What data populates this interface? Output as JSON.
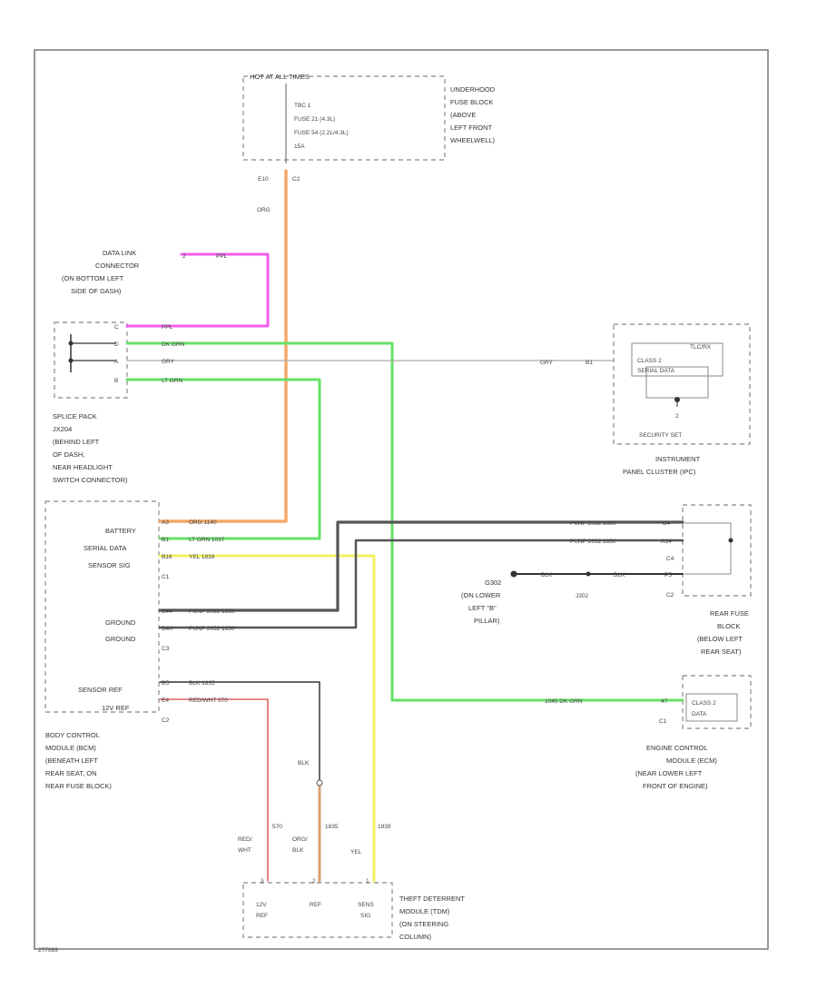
{
  "colors": {
    "orange": "#f5a868",
    "pink": "#f45df0",
    "green": "#66e066",
    "dark_gray": "#555555",
    "yellow": "#f4f060",
    "red": "#e06060",
    "tan": "#d8a070",
    "black": "#333333",
    "gray": "#aaaaaa"
  },
  "fuse_block": {
    "hot": "HOT AT ALL TIMES",
    "fuse_lines": [
      "TBC 1",
      "FUSE 21    (4.3L)",
      "FUSE 54    (2.2L/4.3L)",
      "15A"
    ],
    "label": [
      "UNDERHOOD",
      "FUSE BLOCK",
      "(ABOVE",
      "LEFT FRONT",
      "WHEELWELL)"
    ],
    "pin": "E10",
    "conn": "C2",
    "wire": "ORG"
  },
  "dlc": {
    "label": [
      "DATA LINK",
      "CONNECTOR",
      "(ON BOTTOM LEFT",
      "SIDE OF DASH)"
    ],
    "pin": "2",
    "wire": "PPL"
  },
  "splice": {
    "pins": [
      "C",
      "D",
      "A",
      "B"
    ],
    "wires": [
      "PPL",
      "DK GRN",
      "GRY",
      "LT GRN"
    ],
    "label": [
      "SPLICE PACK",
      "JX204",
      "(BEHIND LEFT",
      "OF DASH,",
      "NEAR HEADLIGHT",
      "SWITCH CONNECTOR)"
    ]
  },
  "ipc": {
    "gry_wire": "GRY",
    "pin": "B1",
    "title": "TLC/RX",
    "inner": [
      "CLASS 2",
      "SERIAL DATA"
    ],
    "ground_num": "2",
    "ref": "SECURITY SET",
    "label": [
      "INSTRUMENT",
      "PANEL CLUSTER (IPC)"
    ]
  },
  "bcm": {
    "rows1": [
      {
        "label": "BATTERY",
        "pin": "A3",
        "wire": "ORG  1140"
      },
      {
        "label": "SERIAL DATA",
        "pin": "B1",
        "wire": "LT GRN  1037"
      },
      {
        "label": "SENSOR SIG",
        "pin": "B16",
        "wire": "YEL  1839"
      }
    ],
    "c1": "C1",
    "rows3": [
      {
        "label": "GROUND",
        "pin": "B44",
        "wire": "PUNP 2052  1650"
      },
      {
        "label": "GROUND",
        "pin": "B4A",
        "wire": "PUNP 2052  1650"
      }
    ],
    "c3": "C3",
    "rows2": [
      {
        "label": "SENSOR REF",
        "pin": "B5",
        "wire": "BLK  1835"
      },
      {
        "label": "12V REF",
        "pin": "E4",
        "wire": "RED/WHT  570"
      }
    ],
    "c2": "C2",
    "label": [
      "BODY CONTROL",
      "MODULE (BCM)",
      "(BENEATH LEFT",
      "REAR SEAT, ON",
      "REAR FUSE BLOCK)"
    ]
  },
  "rear_fuse": {
    "wires": [
      "PUNP 2052   1650",
      "PUNP 2052   1650"
    ],
    "pins": [
      "B4",
      "A14"
    ],
    "c4": "C4",
    "g302_label": [
      "G302",
      "(ON LOWER",
      "LEFT \"B\"",
      "PILLAR)"
    ],
    "blk": "BLK",
    "blk_pin": "J302",
    "blk_right": "BLK",
    "pin3": "P5",
    "c2": "C2",
    "label": [
      "REAR FUSE",
      "BLOCK",
      "(BELOW LEFT",
      "REAR SEAT)"
    ]
  },
  "ecm": {
    "wire": "1045    DK GRN",
    "pin": "47",
    "inner": [
      "CLASS 2",
      "DATA"
    ],
    "conn": "C1",
    "label": [
      "ENGINE CONTROL",
      "MODULE (ECM)",
      "(NEAR LOWER LEFT",
      "FRONT OF ENGINE)"
    ]
  },
  "theft": {
    "blk": "BLK",
    "red_lbl": [
      "RED/",
      "WHT"
    ],
    "red_num": "570",
    "tan_lbl": [
      "ORG/",
      "BLK"
    ],
    "tan_num": "1835",
    "yel_lbl": "YEL",
    "yel_num": "1839",
    "pins": [
      "3",
      "2",
      "1"
    ],
    "pin_lbls": [
      [
        "12V",
        "REF"
      ],
      [
        "REF"
      ],
      [
        "SENS",
        "SIG"
      ]
    ],
    "label": [
      "THEFT DETERRENT",
      "MODULE (TDM)",
      "(ON STEERING",
      "COLUMN)"
    ]
  },
  "corner_id": "277089"
}
